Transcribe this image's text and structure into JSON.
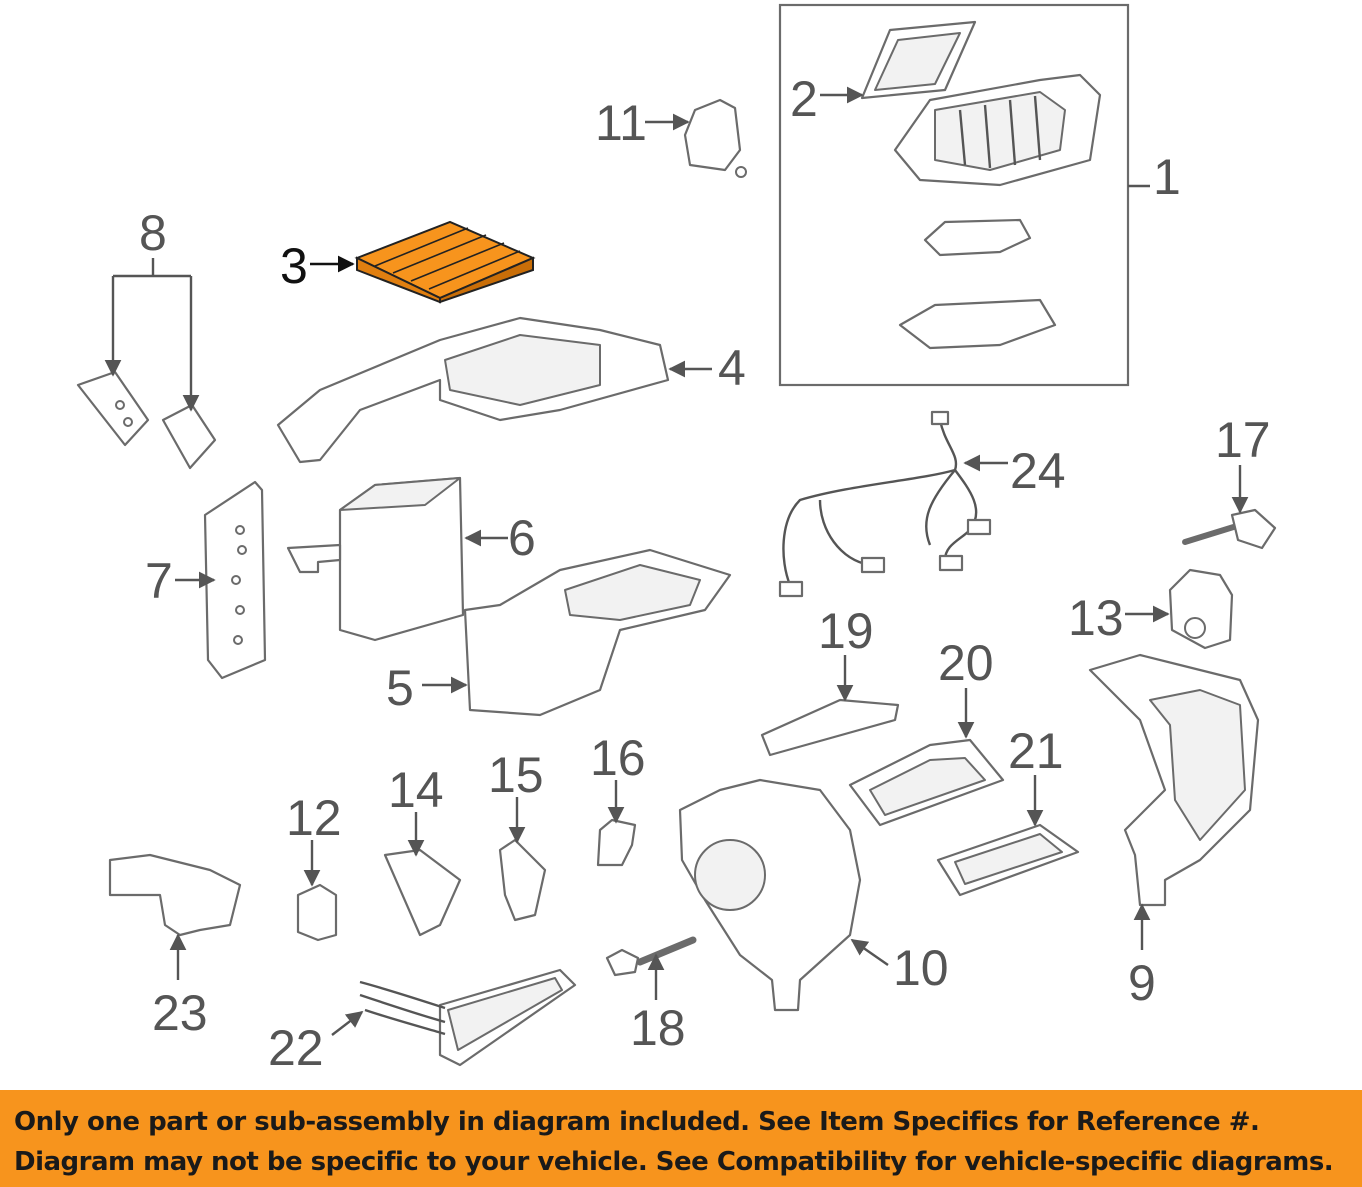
{
  "diagram": {
    "highlight_color": "#f7941d",
    "callouts": [
      {
        "id": "1",
        "label": "1"
      },
      {
        "id": "2",
        "label": "2"
      },
      {
        "id": "3",
        "label": "3"
      },
      {
        "id": "4",
        "label": "4"
      },
      {
        "id": "5",
        "label": "5"
      },
      {
        "id": "6",
        "label": "6"
      },
      {
        "id": "7",
        "label": "7"
      },
      {
        "id": "8",
        "label": "8"
      },
      {
        "id": "9",
        "label": "9"
      },
      {
        "id": "10",
        "label": "10"
      },
      {
        "id": "11",
        "label": "11"
      },
      {
        "id": "12",
        "label": "12"
      },
      {
        "id": "13",
        "label": "13"
      },
      {
        "id": "14",
        "label": "14"
      },
      {
        "id": "15",
        "label": "15"
      },
      {
        "id": "16",
        "label": "16"
      },
      {
        "id": "17",
        "label": "17"
      },
      {
        "id": "18",
        "label": "18"
      },
      {
        "id": "19",
        "label": "19"
      },
      {
        "id": "20",
        "label": "20"
      },
      {
        "id": "21",
        "label": "21"
      },
      {
        "id": "22",
        "label": "22"
      },
      {
        "id": "23",
        "label": "23"
      },
      {
        "id": "24",
        "label": "24"
      }
    ]
  },
  "banner": {
    "background": "#f7941d",
    "line1": "Only one part or sub-assembly in diagram included. See Item Specifics for Reference #.",
    "line2": "Diagram may not be specific to your vehicle. See Compatibility for vehicle-specific diagrams."
  }
}
